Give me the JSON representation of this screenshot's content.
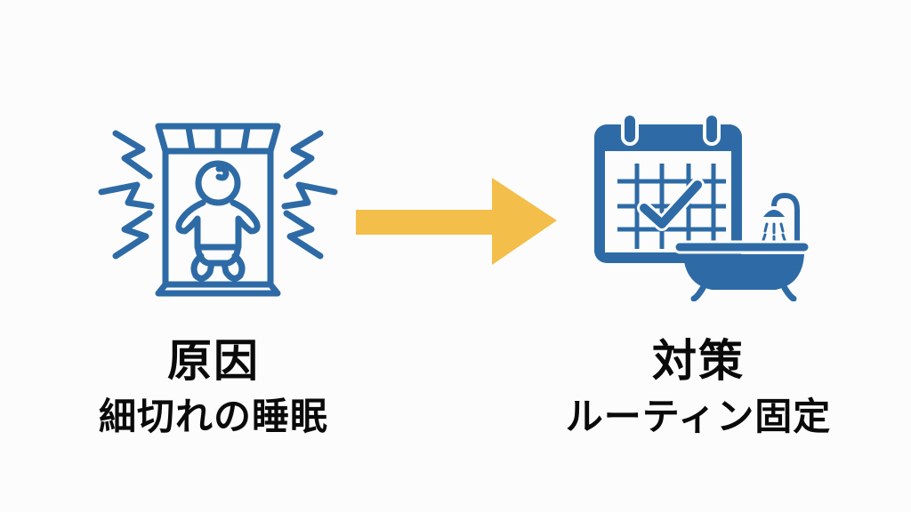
{
  "colors": {
    "background": "#fcfcfc",
    "icon_blue": "#2e6ba6",
    "arrow_yellow": "#f3be4a",
    "text": "#0a0a0a"
  },
  "cause": {
    "icon": "crying-baby-in-crib-icon",
    "title": "原因",
    "subtitle": "細切れの睡眠"
  },
  "arrow": {
    "icon": "right-arrow-icon"
  },
  "solution": {
    "icon": "calendar-check-and-bathtub-icon",
    "title": "対策",
    "subtitle": "ルーティン固定"
  }
}
